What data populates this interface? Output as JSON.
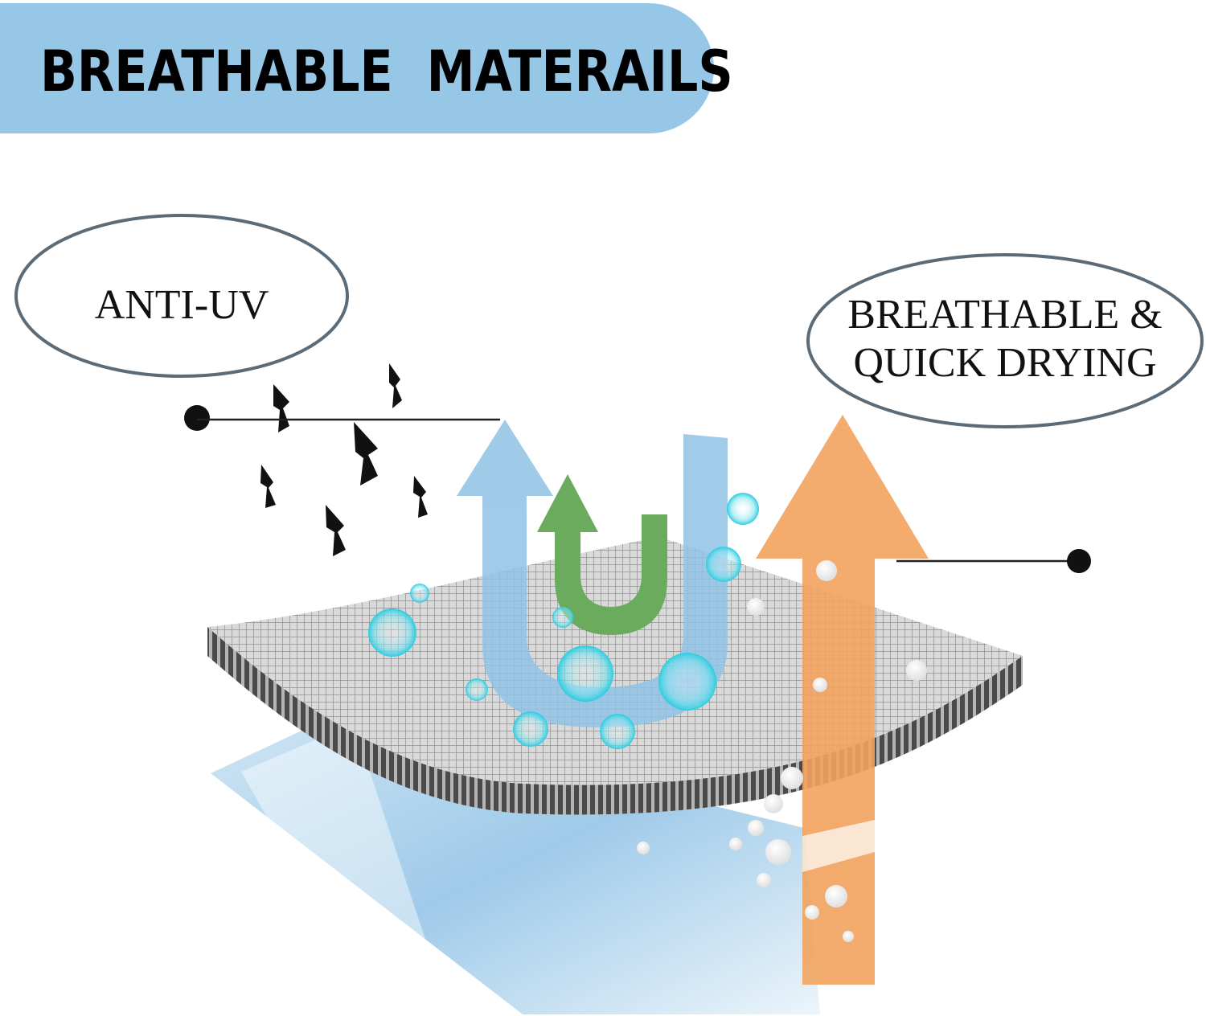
{
  "banner": {
    "title": "BREATHABLE  MATERAILS"
  },
  "labels": {
    "left": "ANTI-UV",
    "right_line1": "BREATHABLE &",
    "right_line2": "QUICK DRYING"
  },
  "colors": {
    "banner": "#97c7e6",
    "oval_stroke": "#5b6b78",
    "blue_arrow": "#8fc3e6",
    "green_arrow": "#6aab5d",
    "orange_arrow": "#f2a35e",
    "water_drop": "#3fd3e6",
    "fabric_gray": "#8a8a8a"
  },
  "icons": [
    "uv-ray-icon",
    "water-drop-icon",
    "air-bubble-icon"
  ]
}
